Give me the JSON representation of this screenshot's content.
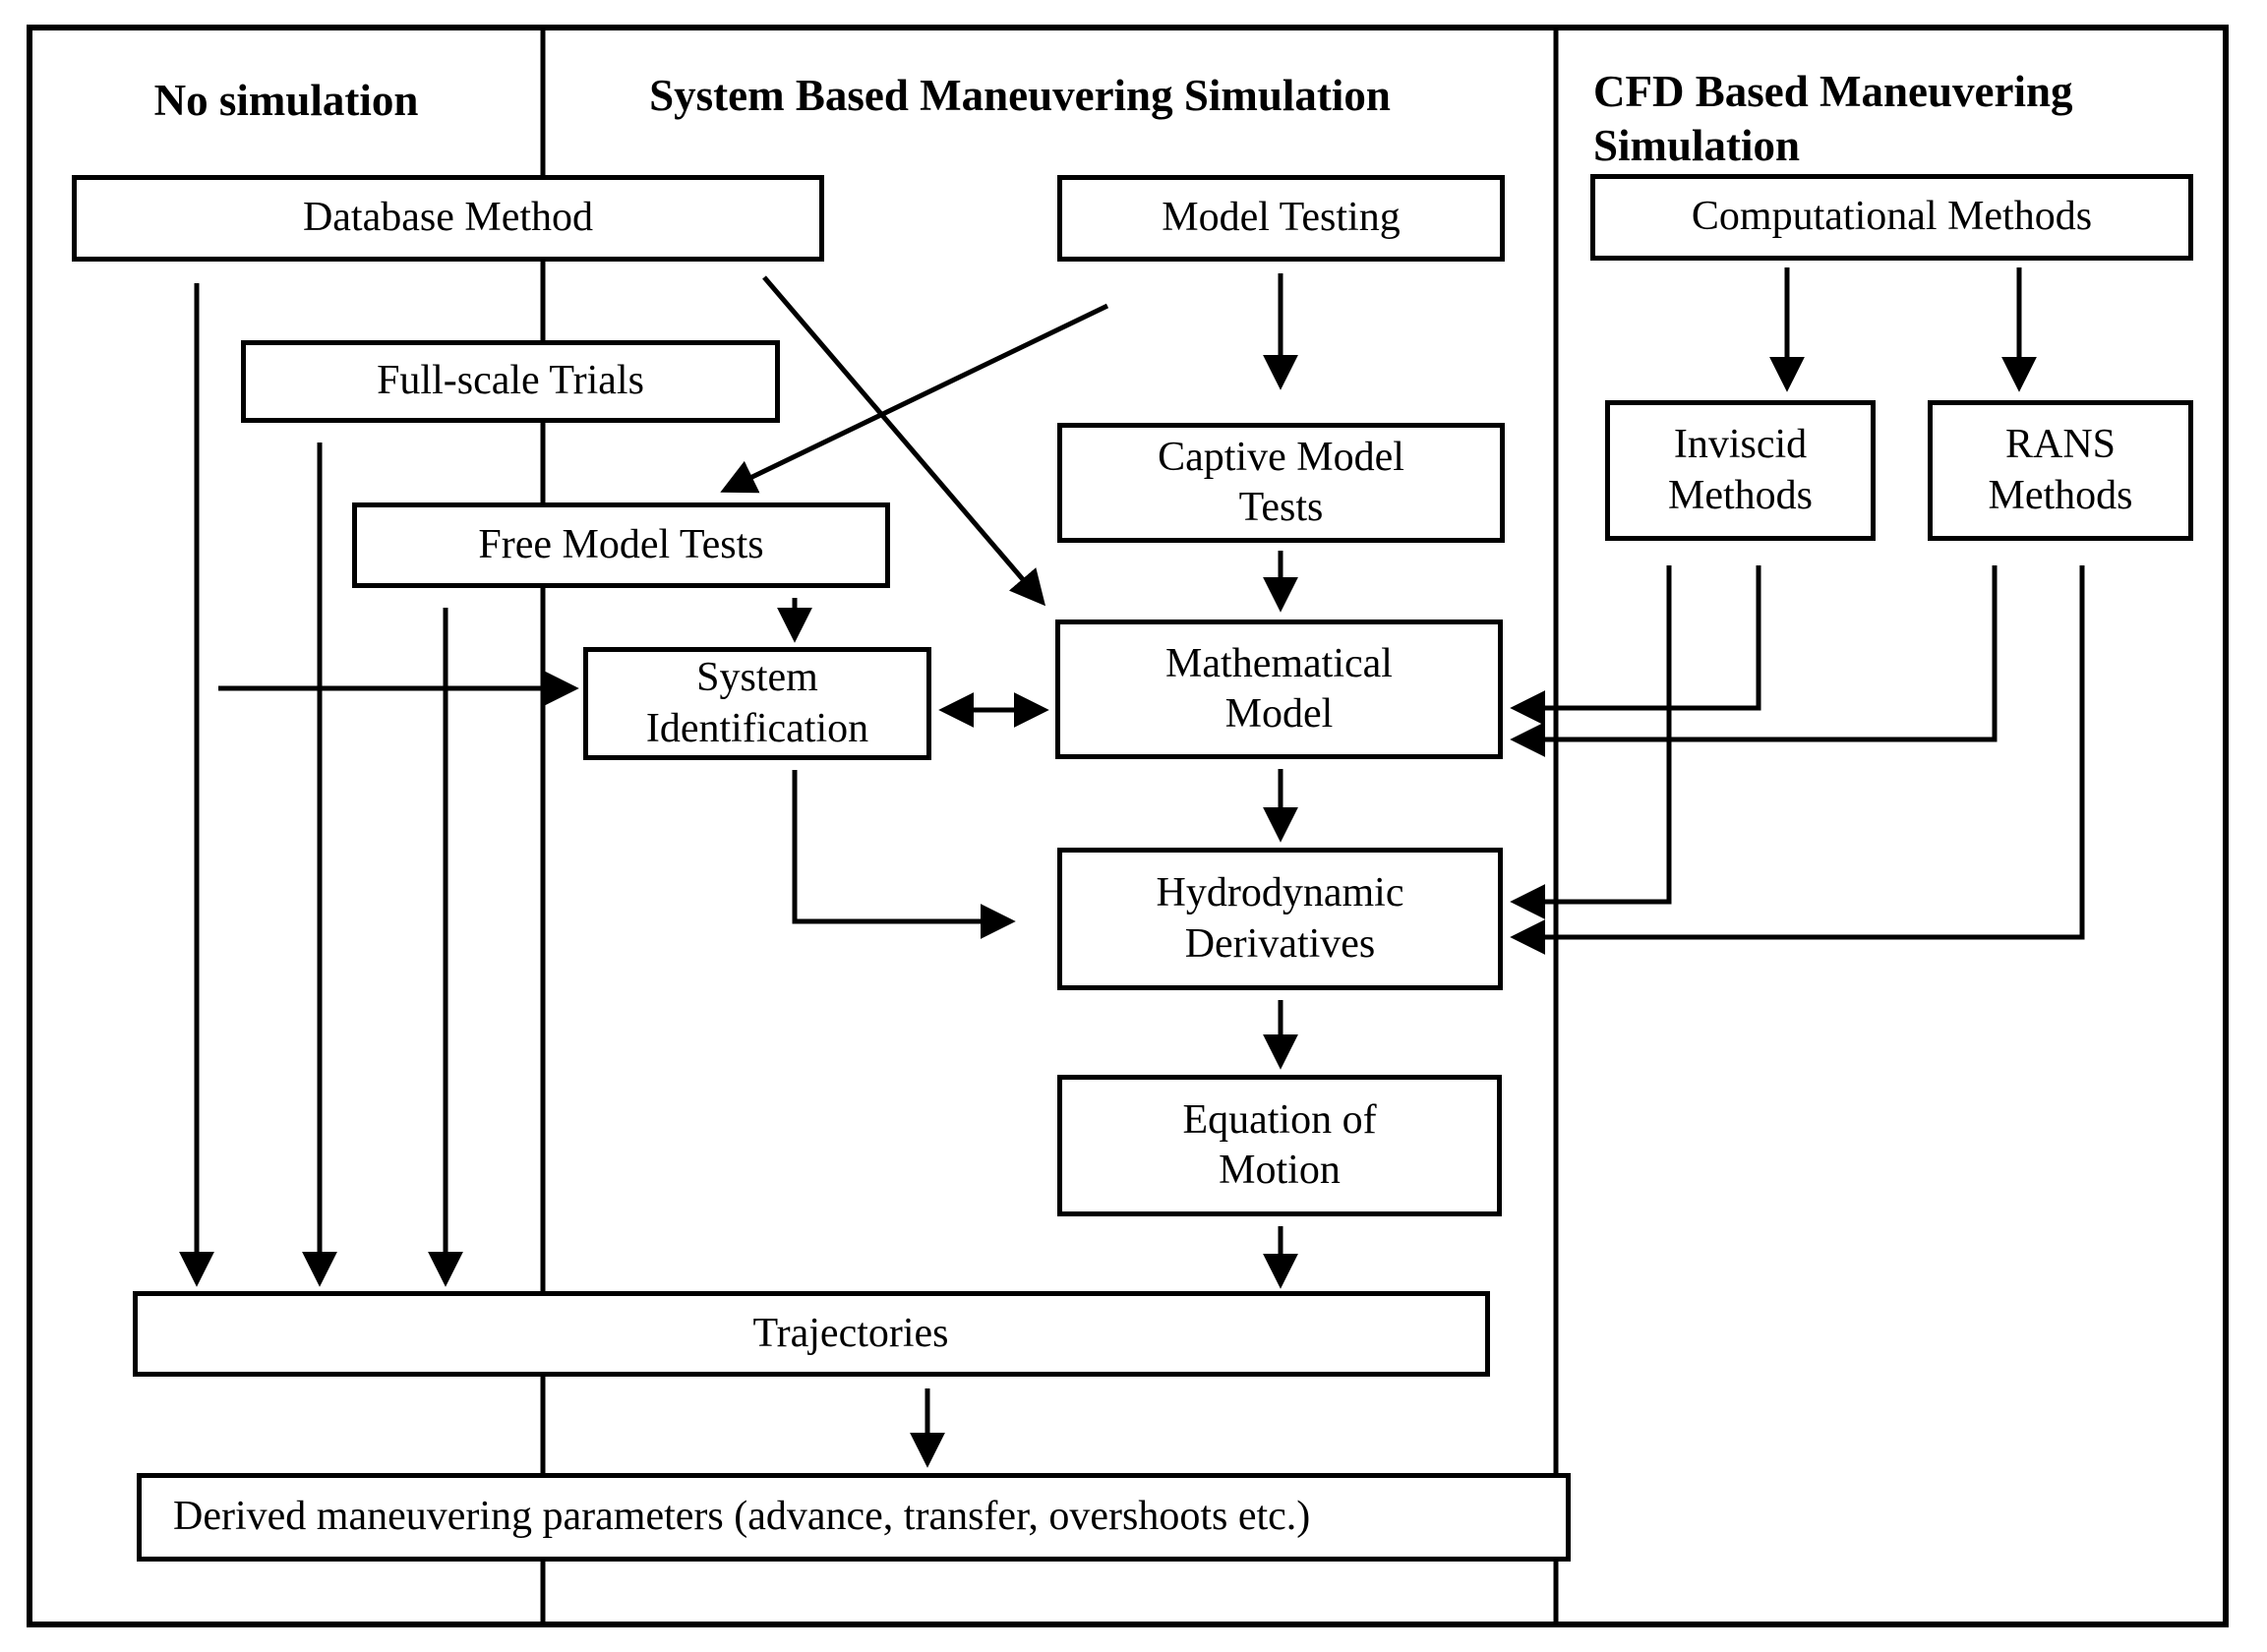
{
  "diagram": {
    "title_columns": [
      {
        "id": "no-simulation",
        "title": "No simulation"
      },
      {
        "id": "system-based",
        "title": "System Based Maneuvering Simulation"
      },
      {
        "id": "cfd-based",
        "title": "CFD Based Maneuvering\nSimulation"
      }
    ],
    "nodes": {
      "database_method": "Database Method",
      "model_testing": "Model Testing",
      "computational_methods": "Computational Methods",
      "full_scale_trials": "Full-scale Trials",
      "captive_model_tests": "Captive Model\nTests",
      "inviscid_methods": "Inviscid\nMethods",
      "rans_methods": "RANS\nMethods",
      "free_model_tests": "Free Model Tests",
      "system_identification": "System\nIdentification",
      "mathematical_model": "Mathematical\nModel",
      "hydrodynamic_derivatives": "Hydrodynamic\nDerivatives",
      "equation_of_motion": "Equation of\nMotion",
      "trajectories": "Trajectories",
      "derived_parameters": "Derived maneuvering parameters (advance, transfer, overshoots etc.)"
    },
    "colors": {
      "ink": "#000000",
      "background": "#ffffff"
    }
  }
}
